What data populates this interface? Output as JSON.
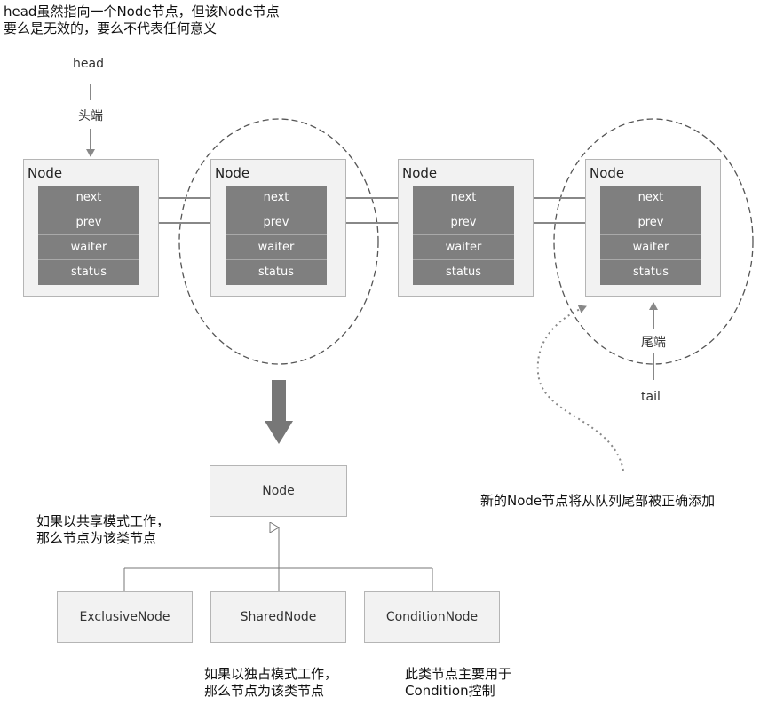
{
  "top_note": {
    "line1": "head虽然指向一个Node节点，但该Node节点",
    "line2": "要么是无效的，要么不代表任何意义"
  },
  "head_label": "head",
  "head_caption": "头端",
  "tail_label": "tail",
  "tail_caption": "尾端",
  "nodes": [
    {
      "title": "Node",
      "fields": [
        "next",
        "prev",
        "waiter",
        "status"
      ]
    },
    {
      "title": "Node",
      "fields": [
        "next",
        "prev",
        "waiter",
        "status"
      ]
    },
    {
      "title": "Node",
      "fields": [
        "next",
        "prev",
        "waiter",
        "status"
      ]
    },
    {
      "title": "Node",
      "fields": [
        "next",
        "prev",
        "waiter",
        "status"
      ]
    }
  ],
  "new_node_note": "新的Node节点将从队列尾部被正确添加",
  "class_diagram": {
    "parent": "Node",
    "children": [
      "ExclusiveNode",
      "SharedNode",
      "ConditionNode"
    ]
  },
  "notes": {
    "shared": {
      "line1": "如果以共享模式工作，",
      "line2": "那么节点为该类节点"
    },
    "exclusive": {
      "line1": "如果以独占模式工作，",
      "line2": "那么节点为该类节点"
    },
    "condition": {
      "line1": "此类节点主要用于",
      "line2": "Condition控制"
    }
  },
  "colors": {
    "field_fill": "#7f7f7f",
    "node_fill": "#f2f2f2",
    "arrow": "#888888"
  }
}
